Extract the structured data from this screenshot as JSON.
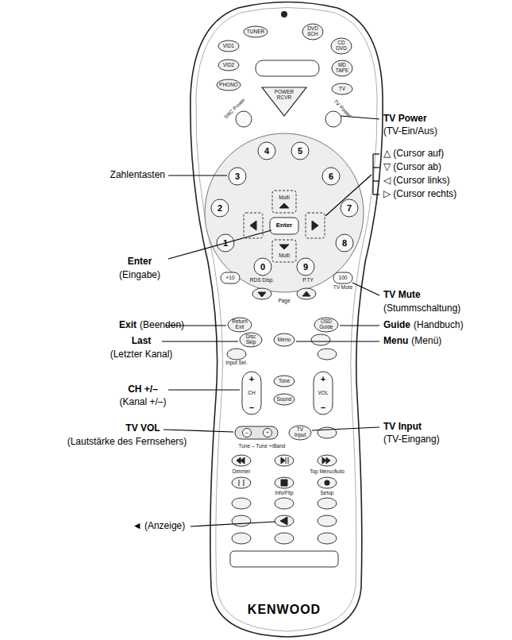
{
  "diagram": {
    "labels": [
      "Zahlentasten",
      "Enter",
      "(Eingabe)",
      "Exit",
      "(Beenden)",
      "Last",
      "(Letzter Kanal)",
      "CH +/–",
      "(Kanal +/–)",
      "TV VOL",
      "(Lautstärke des Fernsehers)",
      "◄ (Anzeige)",
      "TV Power",
      "(TV-Ein/Aus)",
      "△ (Cursor auf)",
      "▽ (Cursor ab)",
      "◁ (Cursor links)",
      "▷ (Cursor rechts)",
      "TV Mute",
      "(Stummschaltung)",
      "Guide",
      "(Handbuch)",
      "Menu",
      "(Menü)",
      "TV Input",
      "(TV-Eingang)",
      "KENWOOD",
      "TUNER",
      "DVD 6CH",
      "VID1",
      "CD DVD",
      "VID2",
      "MD TAPE",
      "PHONO",
      "TV",
      "POWER RCVR",
      "SRC Power",
      "TV Power",
      "4",
      "5",
      "3",
      "6",
      "2",
      "7",
      "1",
      "8",
      "0",
      "9",
      "Enter",
      "Multi",
      "Multi",
      "+10",
      "100",
      "RDS Disp.",
      "P.TY",
      "TV Mute",
      "Page",
      "Return Exit",
      "OSD Guide",
      "Disc Skip",
      "Menu",
      "Input Sel.",
      "+",
      "CH",
      "–",
      "+",
      "VOL",
      "–",
      "Tone",
      "Sound",
      "–",
      "+",
      "TV Input",
      "Tune – Tune +/Band",
      "Dimmer",
      "Top Menu/Auto",
      "Info/Flip",
      "Setup"
    ]
  }
}
